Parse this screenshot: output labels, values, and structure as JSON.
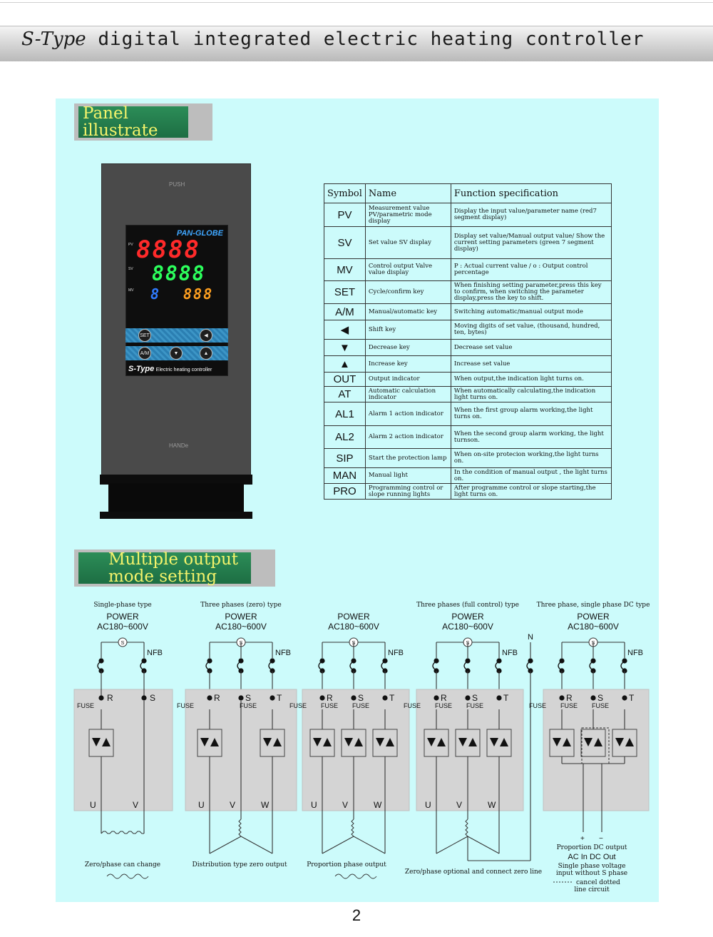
{
  "header": {
    "brand": "S-Type",
    "title": "digital integrated electric heating controller"
  },
  "sections": {
    "panel": {
      "title": "Panel illustrate"
    },
    "output": {
      "title_line1": "Multiple output",
      "title_line2": "mode setting"
    }
  },
  "device": {
    "push_label": "PUSH",
    "hand_label": "HANDe",
    "logo": "PAN-GLOBE",
    "pv_label": "PV",
    "sv_label": "SV",
    "mv_label": "MV",
    "pv_digits": "8888",
    "sv_digits": "8888",
    "mv_mode": "8",
    "mv_digits": "888",
    "set_key": "SET",
    "am_key": "A/M",
    "brand": "S-Type",
    "subtitle": "Electric heating controller"
  },
  "table": {
    "headers": {
      "symbol": "Symbol",
      "name": "Name",
      "function": "Function specification"
    },
    "rows": [
      {
        "symbol": "PV",
        "name": "Measurement value PV/parametric mode display",
        "function": "Display the input value/parameter name (red7 segment display)"
      },
      {
        "symbol": "SV",
        "name": "Set value SV display",
        "function": "Display set value/Manual output value/ Show the current setting parameters (green 7 segment display)"
      },
      {
        "symbol": "MV",
        "name": "Control output Valve value display",
        "function": "P : Actual current value / o : Output control percentage"
      },
      {
        "symbol": "SET",
        "name": "Cycle/confirm key",
        "function": "When finishing setting parameter,press this key to confirm, when switching the parameter display,press the key to shift."
      },
      {
        "symbol": "A/M",
        "name": "Manual/automatic key",
        "function": "Switching automatic/manual output mode"
      },
      {
        "symbol": "◀",
        "name": "Shift key",
        "function": "Moving digits of set value, (thousand, hundred, ten, bytes)"
      },
      {
        "symbol": "▼",
        "name": "Decrease key",
        "function": "Decrease set value"
      },
      {
        "symbol": "▲",
        "name": "Increase key",
        "function": "Increase set value"
      },
      {
        "symbol": "OUT",
        "name": "Output indicator",
        "function": "When output,the indication light turns on."
      },
      {
        "symbol": "AT",
        "name": "Automatic calculation indicator",
        "function": "When automatically calculating,the indication light turns on."
      },
      {
        "symbol": "AL1",
        "name": "Alarm 1 action indicator",
        "function": "When the first group alarm working,the light turns on."
      },
      {
        "symbol": "AL2",
        "name": "Alarm 2 action indicator",
        "function": "When the second group alarm working, the light turnson."
      },
      {
        "symbol": "SIP",
        "name": "Start the protection lamp",
        "function": "When on-site protecion working,the light turns on."
      },
      {
        "symbol": "MAN",
        "name": "Manual light",
        "function": "In the condition of manual output , the light turns on."
      },
      {
        "symbol": "PRO",
        "name": "Programming control or slope running lights",
        "function": "After programme control or slope starting,the light turns on."
      }
    ]
  },
  "diagrams": [
    {
      "type": "Single-phase type",
      "power": "POWER",
      "voltage": "AC180~600V",
      "caption": "Zero/phase can change"
    },
    {
      "type": "Three phases (zero) type",
      "power": "POWER",
      "voltage": "AC180~600V",
      "caption": "Distribution type zero output"
    },
    {
      "type": "",
      "power": "POWER",
      "voltage": "AC180~600V",
      "caption": "Proportion phase output"
    },
    {
      "type": "Three phases (full control) type",
      "power": "POWER",
      "voltage": "AC180~600V",
      "caption": "Zero/phase optional and connect zero line"
    },
    {
      "type": "Three phase, single phase DC type",
      "power": "POWER",
      "voltage": "AC180~600V",
      "caption": "Proportion DC output"
    }
  ],
  "dc_notes": {
    "line1": "AC In DC Out",
    "line2": "Single phase voltage",
    "line3": "input without S phase",
    "line4": "cancel dotted",
    "line5": "line circuit"
  },
  "labels": {
    "nfb": "NFB",
    "fuse": "FUSE",
    "s": "S",
    "n": "N",
    "plus": "+",
    "minus": "−"
  },
  "page_number": "2"
}
